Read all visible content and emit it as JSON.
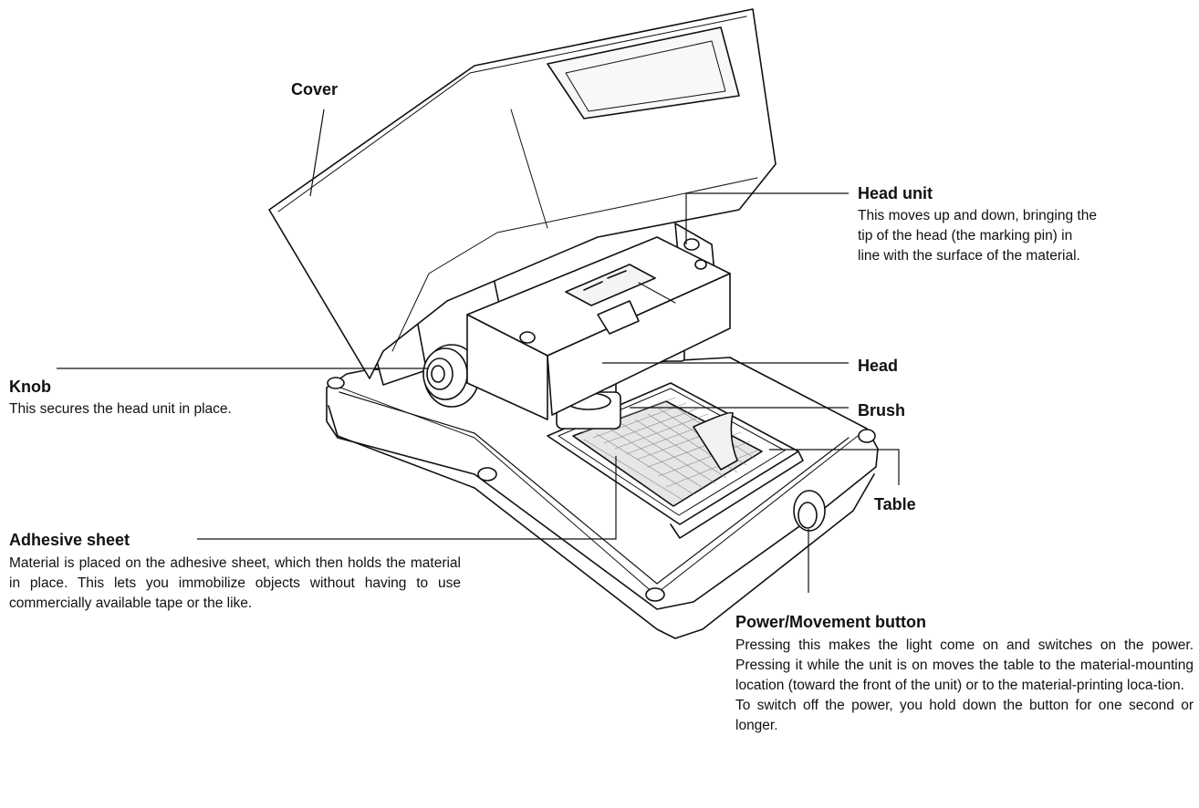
{
  "labels": {
    "cover": "Cover",
    "head_unit": {
      "title": "Head unit",
      "lines": [
        "This moves up and down, bringing the",
        "tip of the head (the marking pin) in",
        "line with the surface of the material."
      ]
    },
    "knob": {
      "title": "Knob",
      "description": "This secures the head unit in place."
    },
    "head": "Head",
    "brush": "Brush",
    "table": "Table",
    "adhesive_sheet": {
      "title": "Adhesive sheet",
      "description": "Material is placed on the adhesive sheet, which then holds the material in place. This lets you immobilize objects without having to use commercially available tape or the like."
    },
    "power_button": {
      "title": "Power/Movement button",
      "paragraph1": "Pressing this makes the light come on and switches on the power. Pressing it while the unit is on moves the table to the material-mounting location (toward the front of the unit) or to the material-printing loca-tion.",
      "paragraph2": "To switch off the power, you hold down the button for one second or longer."
    }
  }
}
